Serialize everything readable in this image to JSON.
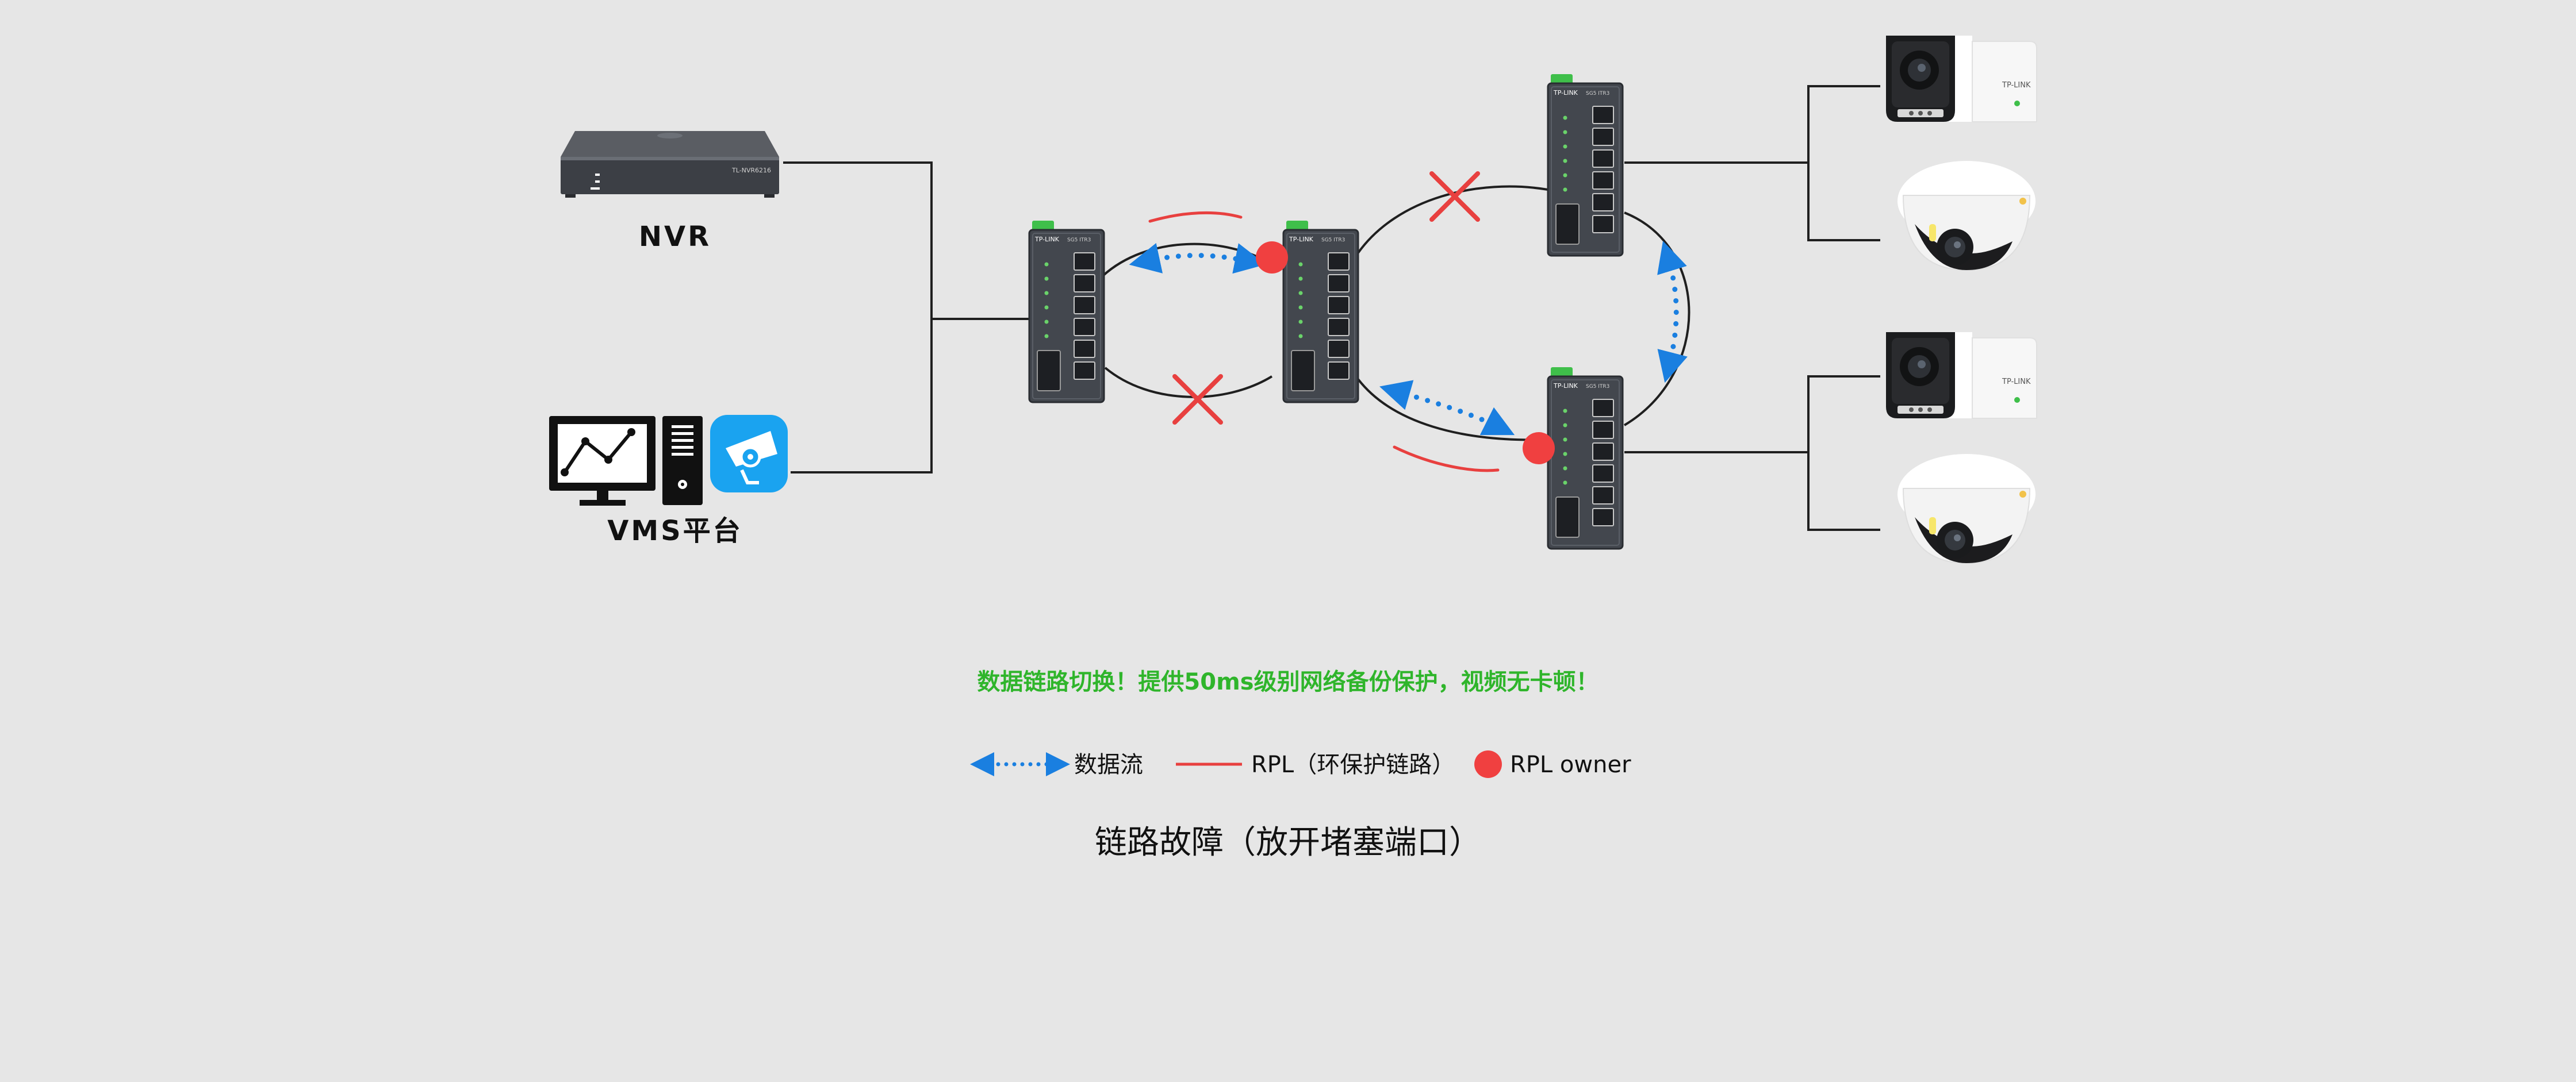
{
  "labels": {
    "nvr": "NVR",
    "vms": "VMS平台",
    "headline": "数据链路切换！提供50ms级别网络备份保护，视频无卡顿！",
    "caption": "链路故障（放开堵塞端口）"
  },
  "legend": {
    "data_flow": "数据流",
    "rpl": "RPL（环保护链路）",
    "rpl_owner": "RPL owner"
  },
  "device_text": {
    "brand": "TP-LINK",
    "switch_model": "SG5 ITR3",
    "nvr_model": "TL-NVR6216"
  },
  "colors": {
    "background": "#e6e6e6",
    "headline": "#2fb52b",
    "flow": "#1a7fe0",
    "rpl": "#e8403f",
    "owner": "#f04040",
    "link": "#1f1f1f",
    "switch_body": "#43474e",
    "accent_green": "#3fbf4a"
  }
}
